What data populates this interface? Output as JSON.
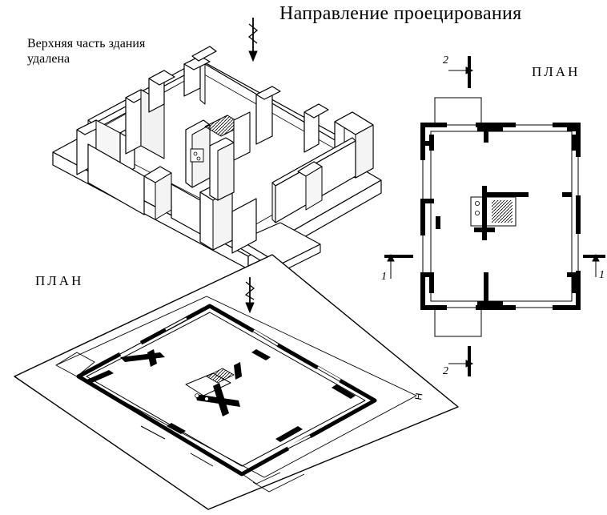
{
  "title": "Направление проецирования",
  "labels": {
    "upper_removed": "Верхняя часть здания удалена",
    "plan_left": "ПЛАН",
    "plan_right": "ПЛАН",
    "axis_letter": "Н"
  },
  "section_marks": {
    "section_2_top": "2",
    "section_2_bottom": "2",
    "section_1_left": "1",
    "section_1_right": "1"
  }
}
